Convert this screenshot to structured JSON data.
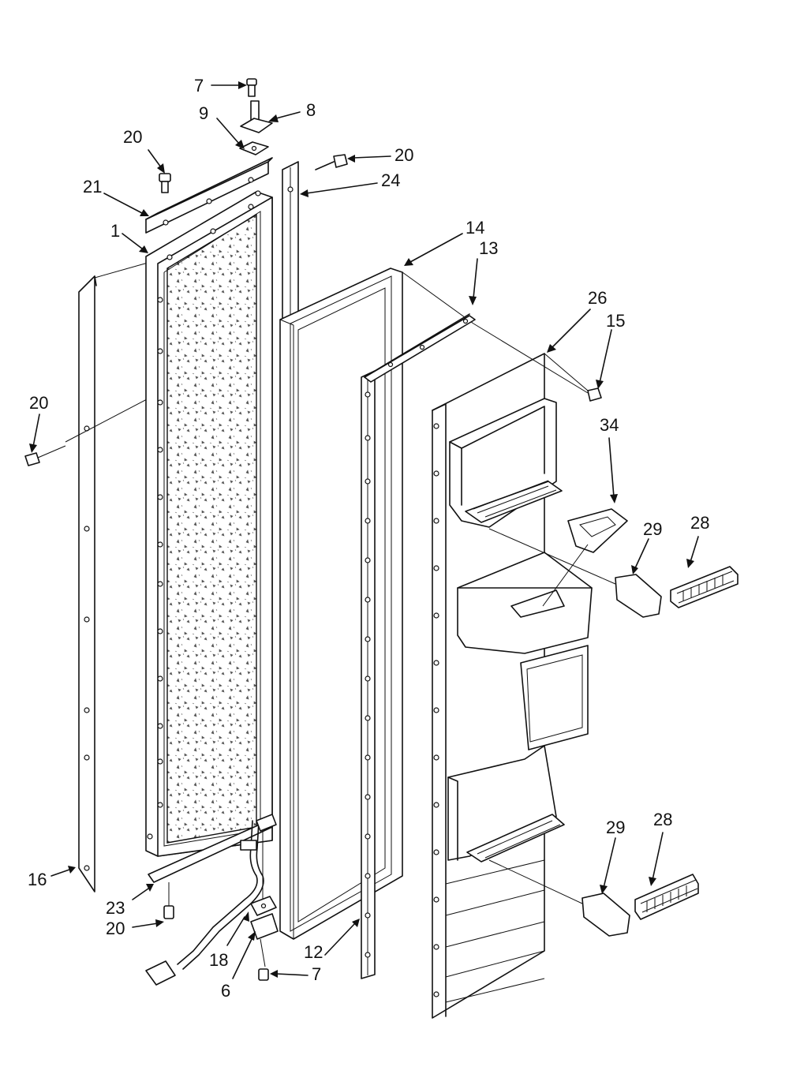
{
  "callouts": [
    {
      "id": "c7a",
      "text": "7"
    },
    {
      "id": "c8",
      "text": "8"
    },
    {
      "id": "c9",
      "text": "9"
    },
    {
      "id": "c20a",
      "text": "20"
    },
    {
      "id": "c20b",
      "text": "20"
    },
    {
      "id": "c21",
      "text": "21"
    },
    {
      "id": "c24",
      "text": "24"
    },
    {
      "id": "c1",
      "text": "1"
    },
    {
      "id": "c14",
      "text": "14"
    },
    {
      "id": "c13",
      "text": "13"
    },
    {
      "id": "c26",
      "text": "26"
    },
    {
      "id": "c15",
      "text": "15"
    },
    {
      "id": "c20c",
      "text": "20"
    },
    {
      "id": "c34",
      "text": "34"
    },
    {
      "id": "c29a",
      "text": "29"
    },
    {
      "id": "c28a",
      "text": "28"
    },
    {
      "id": "c29b",
      "text": "29"
    },
    {
      "id": "c28b",
      "text": "28"
    },
    {
      "id": "c16",
      "text": "16"
    },
    {
      "id": "c23",
      "text": "23"
    },
    {
      "id": "c20d",
      "text": "20"
    },
    {
      "id": "c18",
      "text": "18"
    },
    {
      "id": "c12",
      "text": "12"
    },
    {
      "id": "c6",
      "text": "6"
    },
    {
      "id": "c7b",
      "text": "7"
    }
  ]
}
